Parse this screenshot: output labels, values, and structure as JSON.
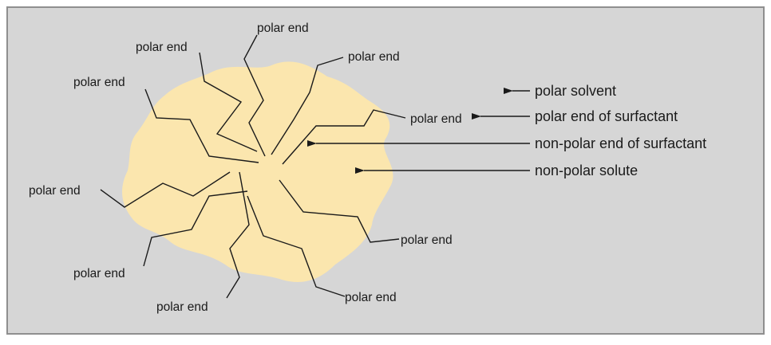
{
  "colors": {
    "solvent": "#d6d6d6",
    "solute": "#fbe6ae",
    "frame": "#8f8f8f",
    "ink": "#1a1a1a"
  },
  "micelle": {
    "end_labels": [
      "polar end",
      "polar end",
      "polar end",
      "polar end",
      "polar end",
      "polar end",
      "polar end",
      "polar end",
      "polar end",
      "polar end"
    ]
  },
  "key": {
    "polar_solvent": "polar solvent",
    "polar_end_of_surfactant": "polar end of surfactant",
    "non_polar_end_of_surfactant": "non-polar end of surfactant",
    "non_polar_solute": "non-polar solute"
  }
}
